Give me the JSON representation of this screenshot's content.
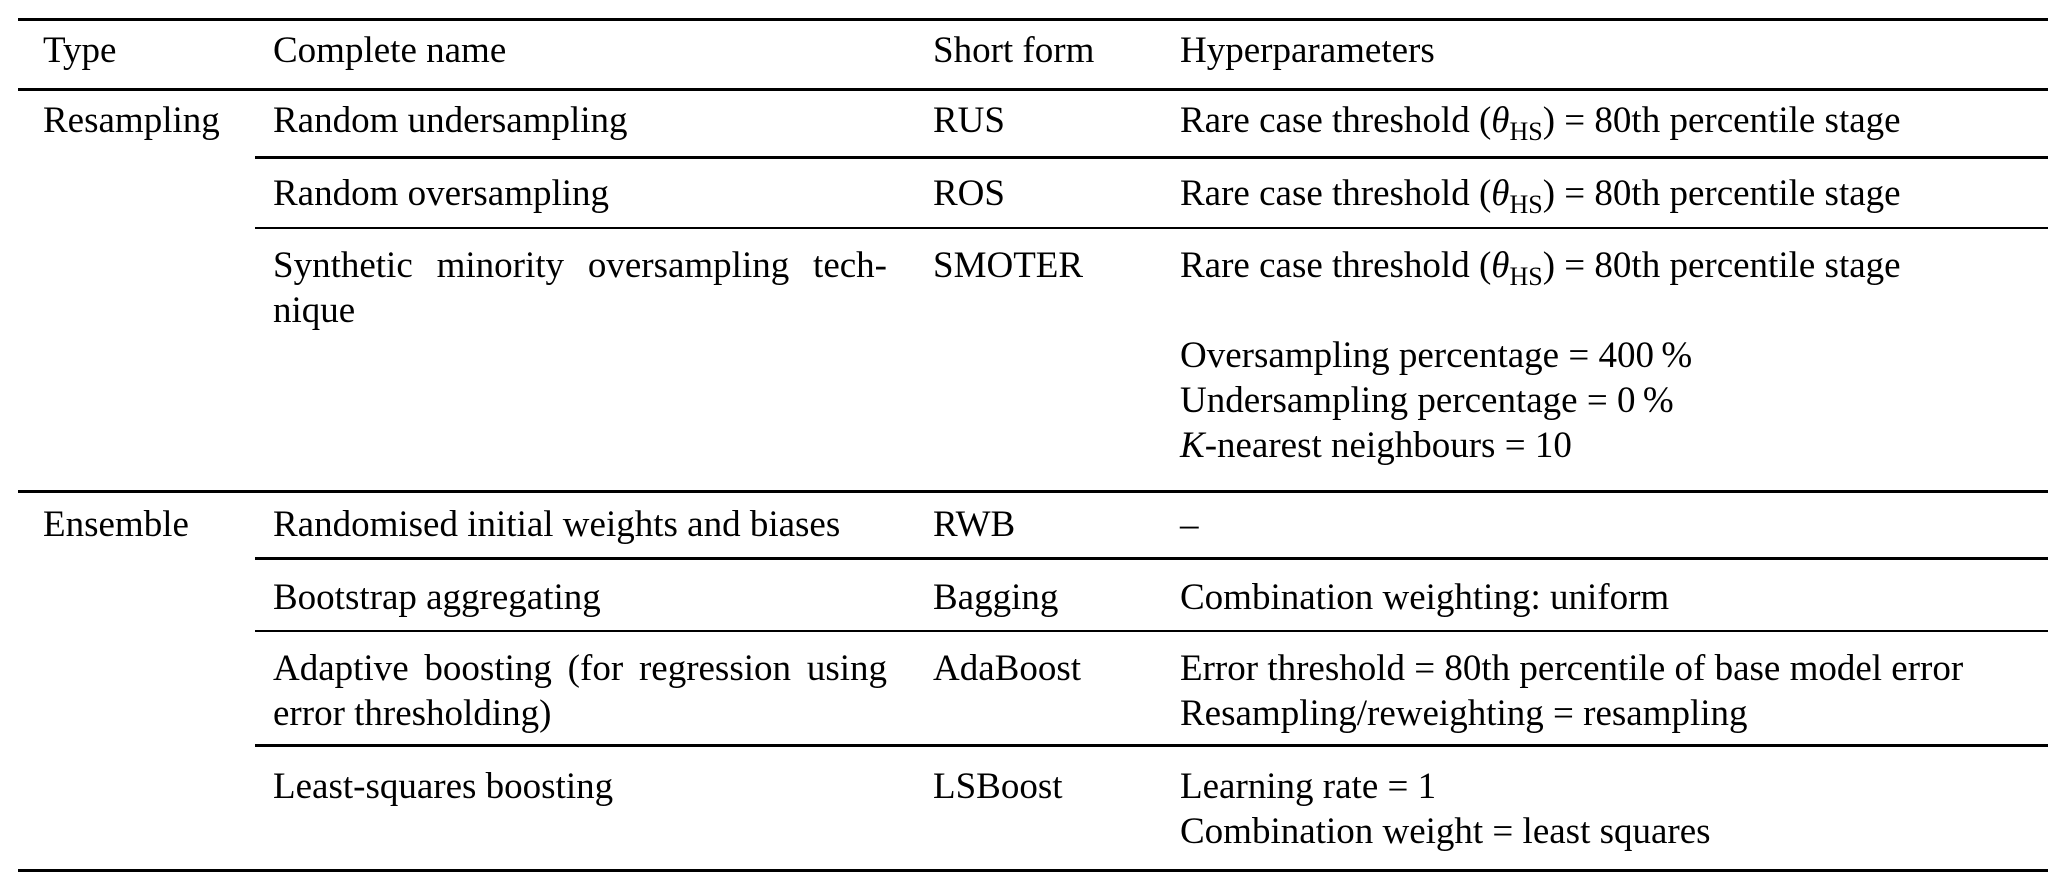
{
  "page": {
    "background": "#ffffff",
    "text_color": "#000000",
    "rule_color": "#000000"
  },
  "table": {
    "columns": [
      "Type",
      "Complete name",
      "Short form",
      "Hyperparameters"
    ],
    "groups": [
      {
        "type": "Resampling",
        "rows": [
          {
            "complete_name": "Random undersampling",
            "short_form": "RUS",
            "hyper": {
              "prefix": "Rare case threshold (",
              "theta": "θ",
              "sub": "HS",
              "suffix": ") = 80th percentile stage"
            }
          },
          {
            "complete_name": "Random oversampling",
            "short_form": "ROS",
            "hyper": {
              "prefix": "Rare case threshold (",
              "theta": "θ",
              "sub": "HS",
              "suffix": ") = 80th percentile stage"
            }
          },
          {
            "complete_name_line1": "Synthetic minority oversampling tech-",
            "complete_name_line2": "nique",
            "short_form": "SMOTER",
            "hyper": {
              "prefix": "Rare case threshold (",
              "theta": "θ",
              "sub": "HS",
              "suffix": ") = 80th percentile stage"
            },
            "hyper_extra": {
              "oversampling": "Oversampling percentage = 400 %",
              "undersampling": "Undersampling percentage = 0 %",
              "knn_italic": "K",
              "knn_rest": "-nearest neighbours = 10"
            }
          }
        ]
      },
      {
        "type": "Ensemble",
        "rows": [
          {
            "complete_name": "Randomised initial weights and biases",
            "short_form": "RWB",
            "hyper_text": "–"
          },
          {
            "complete_name": "Bootstrap aggregating",
            "short_form": "Bagging",
            "hyper_text": "Combination weighting: uniform"
          },
          {
            "complete_name_line1": "Adaptive boosting (for regression using",
            "complete_name_line2": "error thresholding)",
            "short_form": "AdaBoost",
            "hyper_line1": "Error threshold = 80th percentile of base model error",
            "hyper_line2": "Resampling/reweighting = resampling"
          },
          {
            "complete_name": "Least-squares boosting",
            "short_form": "LSBoost",
            "hyper_line1": "Learning rate = 1",
            "hyper_line2": "Combination weight = least squares"
          }
        ]
      }
    ]
  }
}
